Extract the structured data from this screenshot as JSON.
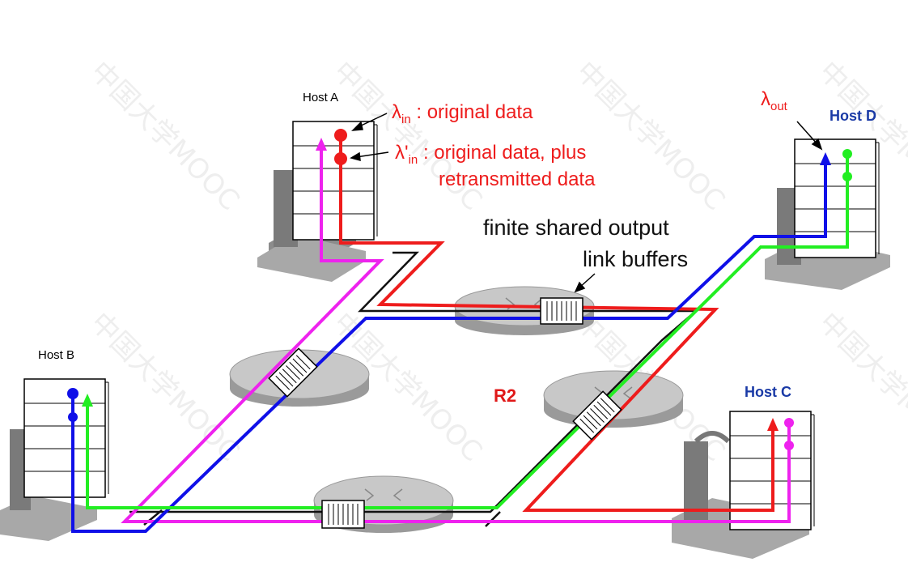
{
  "hosts": {
    "a": "Host A",
    "b": "Host B",
    "c": "Host C",
    "d": "Host D"
  },
  "annotations": {
    "lambda_in_symbol": "λ",
    "lambda_in_sub": "in",
    "lambda_in_text": " : original data",
    "lambda_prime_symbol": "λ'",
    "lambda_prime_sub": "in",
    "lambda_prime_text_1": " : original data, plus",
    "lambda_prime_text_2": "retransmitted data",
    "lambda_out_symbol": "λ",
    "lambda_out_sub": "out",
    "buffers_line_1": "finite shared output",
    "buffers_line_2": "link buffers"
  },
  "routers": {
    "r2_label": "R2"
  },
  "watermark": "中国大学MOOC",
  "colors": {
    "red": "#ee1c1c",
    "blue": "#1010e8",
    "green": "#22ee22",
    "magenta": "#ee22ee",
    "link": "#111111"
  }
}
